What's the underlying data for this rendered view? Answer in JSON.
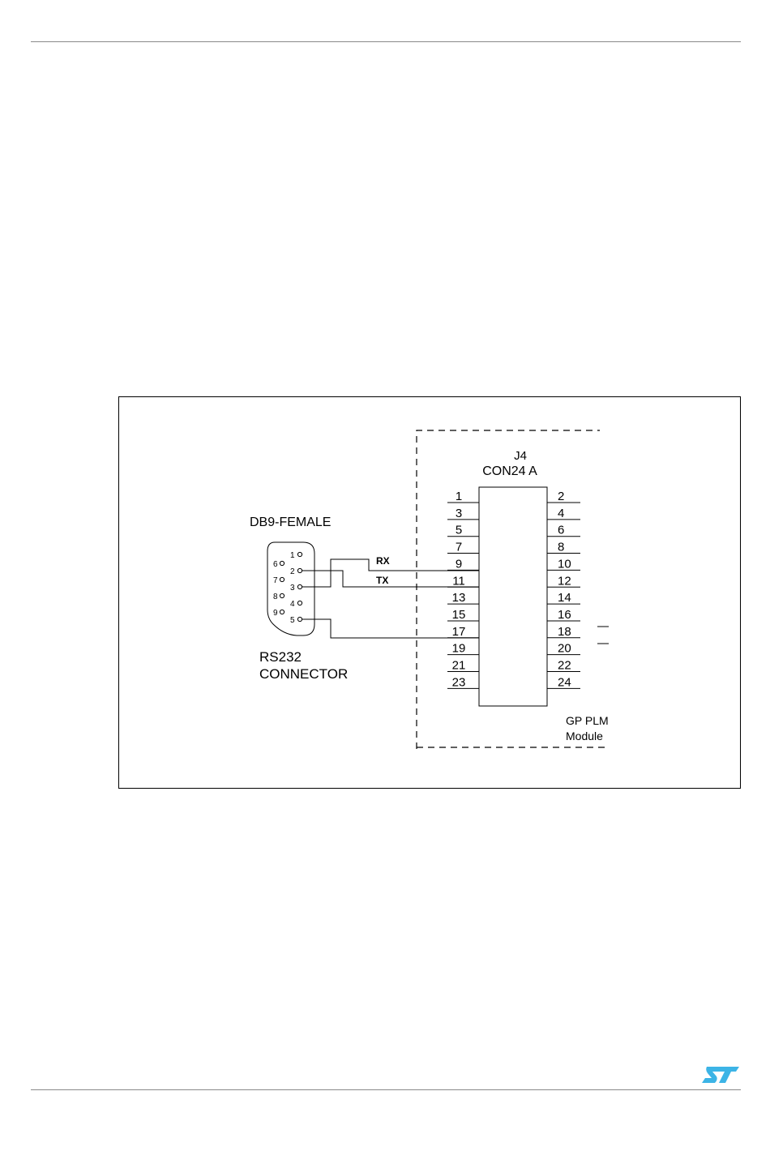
{
  "diagram": {
    "db9_title": "DB9-FEMALE",
    "rs232_line1": "RS232",
    "rs232_line2": "CONNECTOR",
    "db9_pins_top": [
      "1",
      "2",
      "3",
      "4",
      "5"
    ],
    "db9_pins_bottom": [
      "6",
      "7",
      "8",
      "9"
    ],
    "signal_rx": "RX",
    "signal_tx": "TX",
    "j4_ref": "J4",
    "j4_part": "CON24 A",
    "j4_left_pins": [
      "1",
      "3",
      "5",
      "7",
      "9",
      "11",
      "13",
      "15",
      "17",
      "19",
      "21",
      "23"
    ],
    "j4_right_pins": [
      "2",
      "4",
      "6",
      "8",
      "10",
      "12",
      "14",
      "16",
      "18",
      "20",
      "22",
      "24"
    ],
    "module_line1": "GP PLM",
    "module_line2": "Module"
  },
  "footer": {
    "logo_icon": "st-logo-icon",
    "logo_color": "#3cb4e6"
  }
}
